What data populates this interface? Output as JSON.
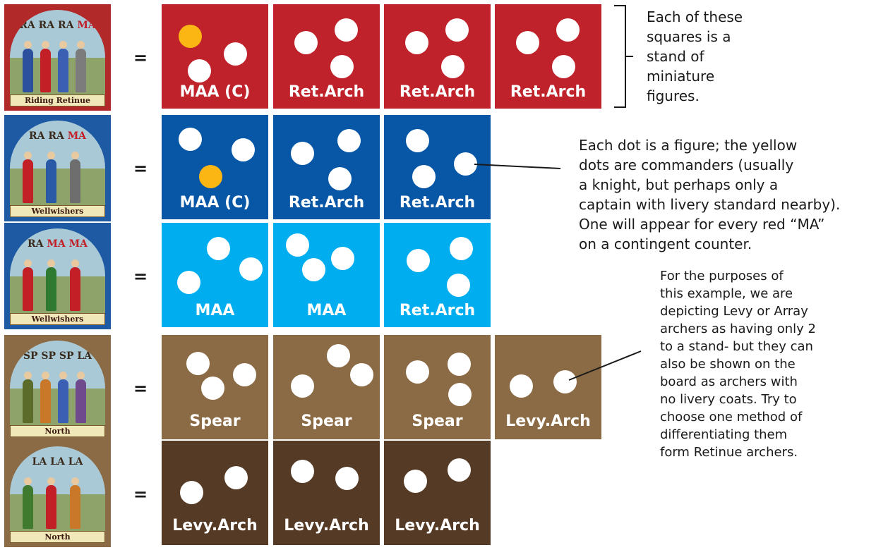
{
  "colors": {
    "red": "#c0222b",
    "blue": "#0757a6",
    "lightblue": "#00adee",
    "tan": "#8b6b45",
    "darkbrown": "#553a25",
    "dot": "#ffffff",
    "commander_dot": "#fbb614"
  },
  "rows": [
    {
      "counter": {
        "codes": [
          "RA",
          "RA",
          "RA",
          "MA"
        ],
        "banner": "Riding Retinue",
        "frame": "#b22929"
      },
      "equals": "=",
      "color_key": "red",
      "stands": [
        {
          "label": "MAA (C)",
          "dots": [
            "commander",
            "figure",
            "figure"
          ]
        },
        {
          "label": "Ret.Arch",
          "dots": [
            "figure",
            "figure",
            "figure"
          ]
        },
        {
          "label": "Ret.Arch",
          "dots": [
            "figure",
            "figure",
            "figure"
          ]
        },
        {
          "label": "Ret.Arch",
          "dots": [
            "figure",
            "figure",
            "figure"
          ]
        }
      ]
    },
    {
      "counter": {
        "codes": [
          "RA",
          "RA",
          "MA"
        ],
        "banner": "Wellwishers",
        "frame": "#1e5aa3"
      },
      "equals": "=",
      "color_key": "blue",
      "stands": [
        {
          "label": "MAA (C)",
          "dots": [
            "figure",
            "commander",
            "figure"
          ]
        },
        {
          "label": "Ret.Arch",
          "dots": [
            "figure",
            "figure",
            "figure"
          ]
        },
        {
          "label": "Ret.Arch",
          "dots": [
            "figure",
            "figure",
            "figure"
          ]
        }
      ]
    },
    {
      "counter": {
        "codes": [
          "RA",
          "MA",
          "MA"
        ],
        "banner": "Wellwishers",
        "frame": "#1e5aa3"
      },
      "equals": "=",
      "color_key": "lightblue",
      "stands": [
        {
          "label": "MAA",
          "dots": [
            "figure",
            "figure",
            "figure"
          ]
        },
        {
          "label": "MAA",
          "dots": [
            "figure",
            "figure",
            "figure"
          ]
        },
        {
          "label": "Ret.Arch",
          "dots": [
            "figure",
            "figure",
            "figure"
          ]
        }
      ]
    },
    {
      "counter": {
        "codes": [
          "SP",
          "SP",
          "SP",
          "LA"
        ],
        "banner": "North",
        "frame": "#8b6b45"
      },
      "equals": "=",
      "color_key": "tan",
      "stands": [
        {
          "label": "Spear",
          "dots": [
            "figure",
            "figure",
            "figure"
          ]
        },
        {
          "label": "Spear",
          "dots": [
            "figure",
            "figure",
            "figure"
          ]
        },
        {
          "label": "Spear",
          "dots": [
            "figure",
            "figure",
            "figure"
          ]
        },
        {
          "label": "Levy.Arch",
          "dots": [
            "figure",
            "figure"
          ]
        }
      ]
    },
    {
      "counter": {
        "codes": [
          "LA",
          "LA",
          "LA"
        ],
        "banner": "North",
        "frame": "#8b6b45"
      },
      "equals": "=",
      "color_key": "darkbrown",
      "stands": [
        {
          "label": "Levy.Arch",
          "dots": [
            "figure",
            "figure"
          ]
        },
        {
          "label": "Levy.Arch",
          "dots": [
            "figure",
            "figure"
          ]
        },
        {
          "label": "Levy.Arch",
          "dots": [
            "figure",
            "figure"
          ]
        }
      ]
    }
  ],
  "notes": {
    "squares": [
      "Each of these",
      "squares is a",
      "stand of",
      "miniature",
      "figures."
    ],
    "dots": [
      "Each dot is a figure; the yellow",
      "dots are commanders (usually",
      "a knight, but perhaps only a",
      "captain with livery standard nearby).",
      "One will appear for every red “MA”",
      "on a contingent counter."
    ],
    "levy": [
      "For the purposes of",
      "this example, we are",
      "depicting Levy or Array",
      "archers as having only 2",
      "to a stand- but they can",
      "also be shown on the",
      "board as archers with",
      "no livery coats.  Try to",
      "choose one method of",
      "differentiating them",
      "form Retinue archers."
    ]
  }
}
